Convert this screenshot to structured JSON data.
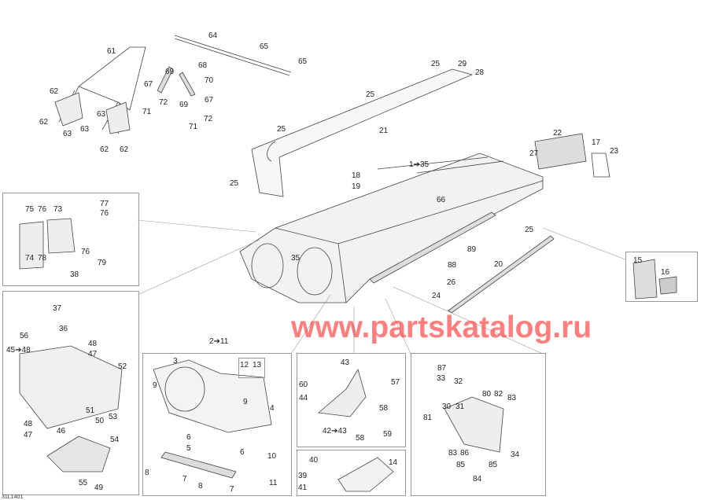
{
  "diagram_code": "31L1401",
  "watermark": "www.partskatalog.ru",
  "callouts": {
    "top": [
      "61",
      "62",
      "62",
      "62",
      "62",
      "63",
      "63",
      "63",
      "64",
      "65",
      "65",
      "68",
      "69",
      "70",
      "67",
      "72",
      "71",
      "69",
      "67",
      "72",
      "71"
    ],
    "main": [
      "25",
      "29",
      "28",
      "25",
      "21",
      "25",
      "22",
      "17",
      "23",
      "27",
      "1➔35",
      "18",
      "19",
      "66",
      "25",
      "25",
      "89",
      "88",
      "20",
      "26",
      "24",
      "35"
    ],
    "box_15_16": [
      "15",
      "16"
    ],
    "box_73_79": [
      "75",
      "76",
      "73",
      "77",
      "76",
      "74",
      "78",
      "76",
      "79",
      "38"
    ],
    "box_36_56": [
      "37",
      "36",
      "56",
      "45➔48",
      "48",
      "47",
      "52",
      "51",
      "53",
      "50",
      "48",
      "47",
      "46",
      "54",
      "55",
      "49"
    ],
    "box_2_11": [
      "2➔11",
      "3",
      "12",
      "13",
      "9",
      "9",
      "4",
      "6",
      "6",
      "5",
      "8",
      "7",
      "8",
      "7",
      "10",
      "11"
    ],
    "box_42_60": [
      "43",
      "60",
      "44",
      "57",
      "58",
      "42➔43",
      "58",
      "59"
    ],
    "box_14_41": [
      "40",
      "14",
      "39",
      "41"
    ],
    "box_30_89": [
      "87",
      "33",
      "32",
      "30",
      "31",
      "80",
      "82",
      "83",
      "81",
      "83",
      "86",
      "34",
      "85",
      "85",
      "84"
    ]
  }
}
